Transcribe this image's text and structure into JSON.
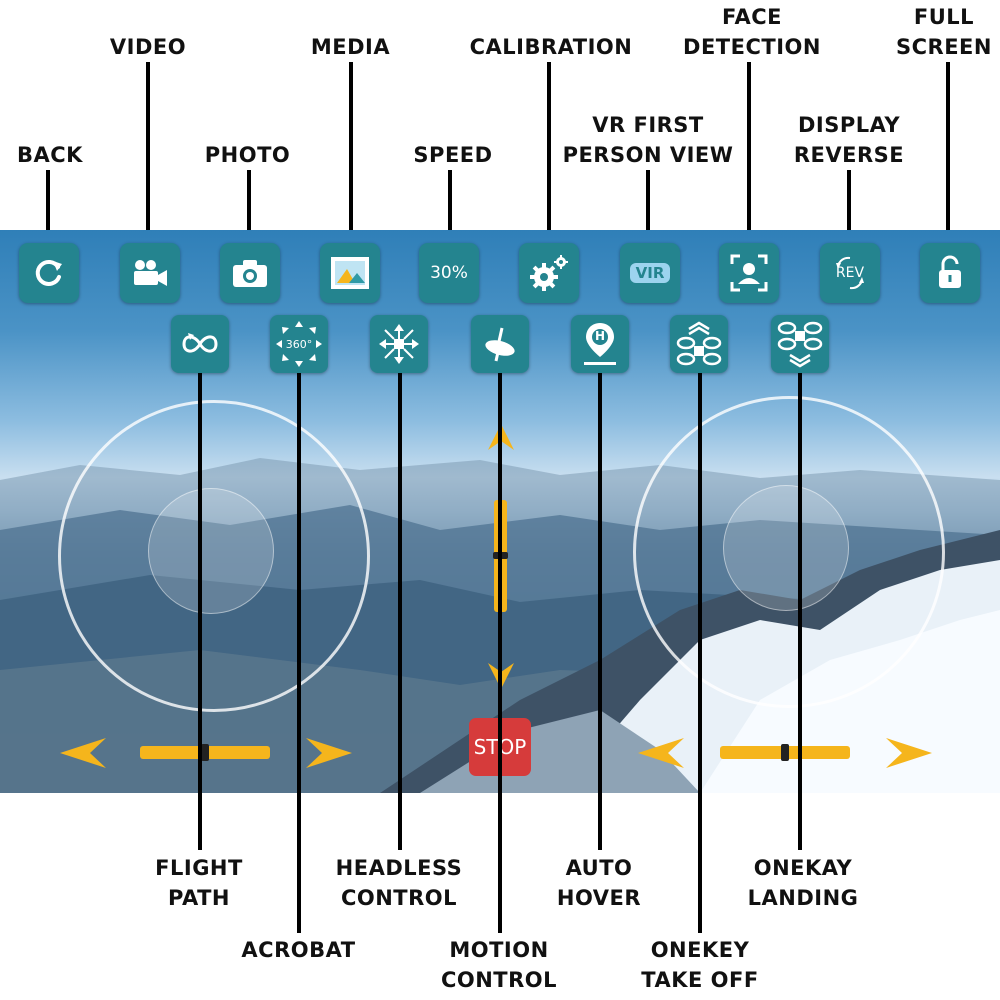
{
  "title": "",
  "colors": {
    "icon_bg": "#24848f",
    "accent": "#f5b51c",
    "stop": "#d63b3b",
    "line": "#000000"
  },
  "top_labels": {
    "back": "BACK",
    "video": "VIDEO",
    "photo": "PHOTO",
    "media": "MEDIA",
    "speed": "SPEED",
    "calibration": "CALIBRATION",
    "vr": [
      "VR FIRST",
      "PERSON VIEW"
    ],
    "face": [
      "FACE",
      "DETECTION"
    ],
    "display_reverse": [
      "DISPLAY",
      "REVERSE"
    ],
    "full_screen": [
      "FULL",
      "SCREEN"
    ]
  },
  "bottom_labels": {
    "flight_path": [
      "FLIGHT",
      "PATH"
    ],
    "acrobat": "ACROBAT",
    "headless": [
      "HEADLESS",
      "CONTROL"
    ],
    "motion": [
      "MOTION",
      "CONTROL"
    ],
    "auto_hover": [
      "AUTO",
      "HOVER"
    ],
    "takeoff": [
      "ONEKEY",
      "TAKE OFF"
    ],
    "landing": [
      "ONEKAY",
      "LANDING"
    ]
  },
  "screen": {
    "speed_value": "30%",
    "vr_text": "VIR",
    "rev_text": "REV",
    "acrobat_text": "360°",
    "hover_text": "H",
    "stop_label": "STOP",
    "icons": [
      "refresh-icon",
      "video-camera-icon",
      "camera-icon",
      "image-icon",
      "gear-icon",
      "face-frame-icon",
      "reverse-arrows-icon",
      "unlock-icon",
      "loop-icon",
      "flip-arrows-icon",
      "headless-cross-icon",
      "gyro-icon",
      "location-pin-icon",
      "drone-up-icon",
      "drone-down-icon"
    ]
  }
}
